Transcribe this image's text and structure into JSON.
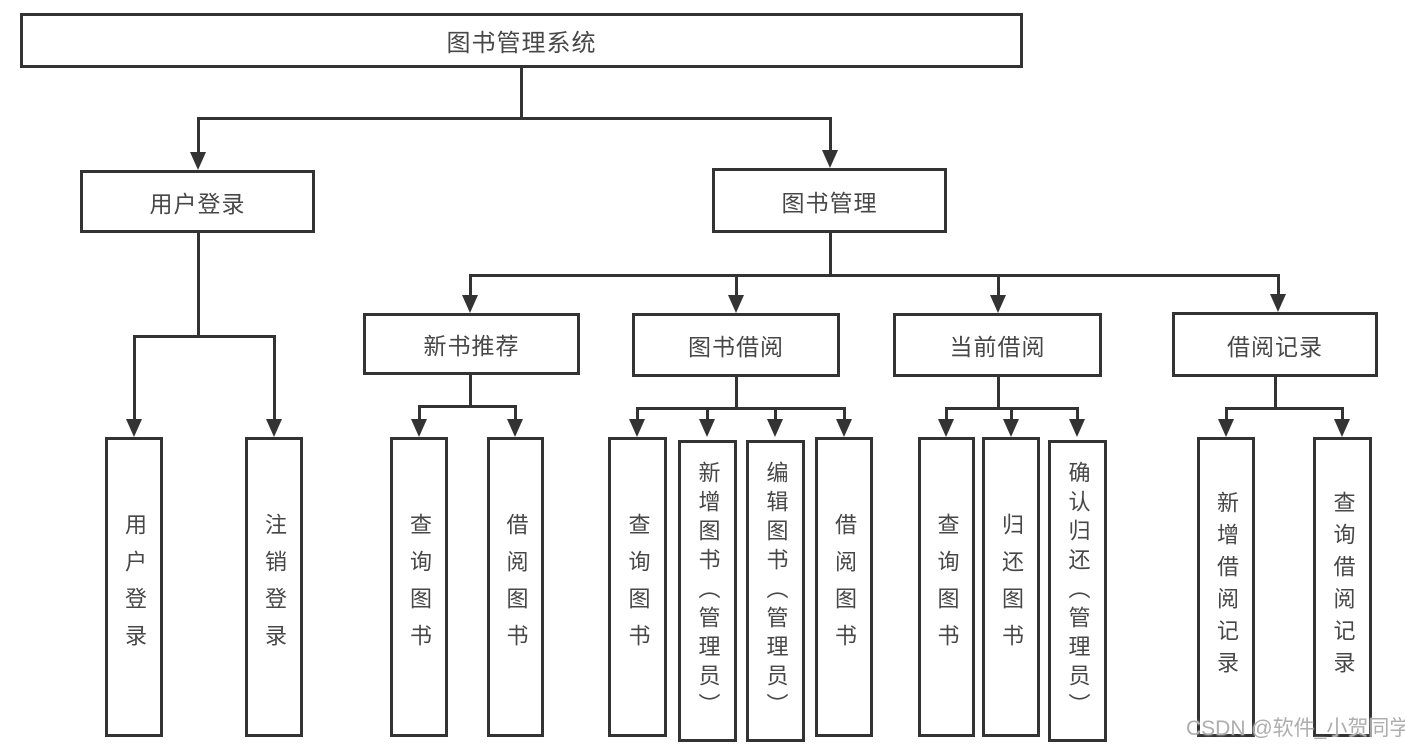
{
  "diagram": {
    "title_note": "library management system feature breakdown diagram",
    "root": {
      "label": "图书管理系统"
    },
    "user_login": {
      "label": "用户登录",
      "children": {
        "login": {
          "label": "用户登录"
        },
        "logout": {
          "label": "注销登录"
        }
      }
    },
    "book_management": {
      "label": "图书管理",
      "new_book_recommend": {
        "label": "新书推荐",
        "children": {
          "query_books": {
            "label": "查询图书"
          },
          "borrow_books": {
            "label": "借阅图书"
          }
        }
      },
      "book_borrowing": {
        "label": "图书借阅",
        "children": {
          "query_books": {
            "label": "查询图书"
          },
          "add_books": {
            "label": "新增图书（管理员）"
          },
          "edit_books": {
            "label": "编辑图书（管理员）"
          },
          "borrow_books": {
            "label": "借阅图书"
          }
        }
      },
      "current_borrowing": {
        "label": "当前借阅",
        "children": {
          "query_books": {
            "label": "查询图书"
          },
          "return_books": {
            "label": "归还图书"
          },
          "confirm_return": {
            "label": "确认归还（管理员）"
          }
        }
      },
      "borrowing_records": {
        "label": "借阅记录",
        "children": {
          "add_record": {
            "label": "新增借阅记录"
          },
          "query_record": {
            "label": "查询借阅记录"
          }
        }
      }
    }
  },
  "colors": {
    "line": "#333333",
    "text": "#474747",
    "watermark": "#aeaeae"
  },
  "watermark": {
    "text": "CSDN @软件_小贺同学"
  }
}
